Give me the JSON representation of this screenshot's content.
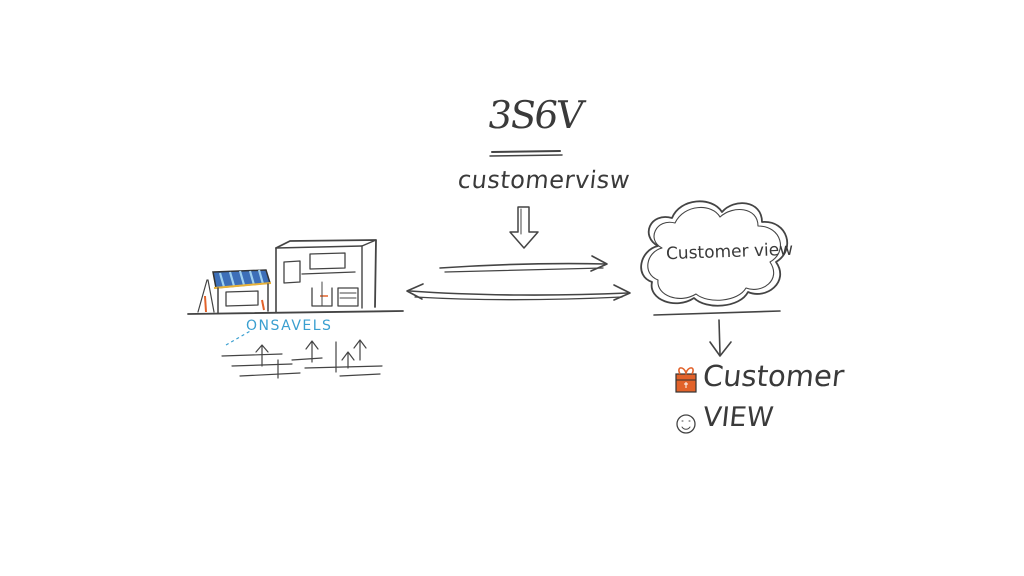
{
  "diagram": {
    "title": "3S6V",
    "subtitle": "customervisw",
    "cloud_label": "Customer view",
    "channels_label": "ONSAVELS",
    "result_line1": "Customer",
    "result_line2": "VIEW"
  },
  "colors": {
    "ink": "#444444",
    "channels_blue": "#3a9fd0",
    "awning_blue": "#3d6fb8",
    "orange": "#e2622a"
  },
  "icons": [
    "building-icon",
    "shop-icon",
    "cloud-icon",
    "gift-box-icon",
    "smiley-face-icon"
  ]
}
